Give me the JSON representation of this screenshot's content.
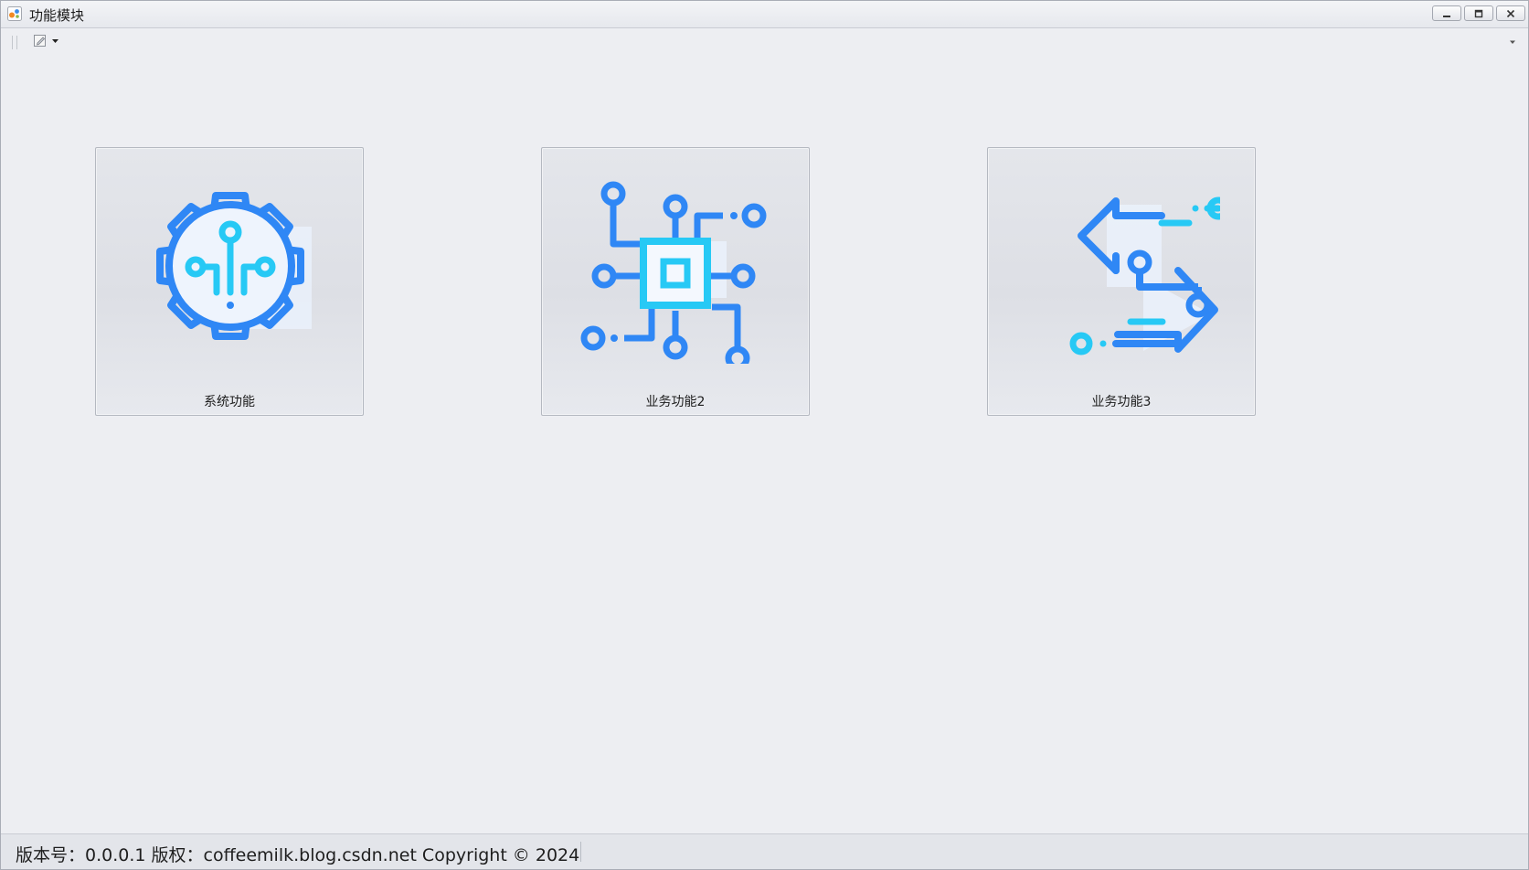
{
  "window": {
    "title": "功能模块",
    "icon": "app-icon",
    "controls": [
      "minimize-icon",
      "maximize-icon",
      "close-icon"
    ]
  },
  "toolbar": {
    "items": [
      {
        "icon": "edit-icon",
        "has_dropdown": true
      }
    ],
    "overflow_icon": "chevron-down-icon"
  },
  "modules": [
    {
      "label": "系统功能",
      "icon": "gear-circuit-icon"
    },
    {
      "label": "业务功能2",
      "icon": "chip-circuit-icon"
    },
    {
      "label": "业务功能3",
      "icon": "exchange-arrows-icon"
    }
  ],
  "statusbar": {
    "text": "版本号：0.0.0.1 版权：coffeemilk.blog.csdn.net  Copyright ©  2024"
  },
  "colors": {
    "primary_blue": "#2f87f5",
    "accent_cyan": "#27c9f5",
    "panel_fill": "#eaf1fb"
  }
}
